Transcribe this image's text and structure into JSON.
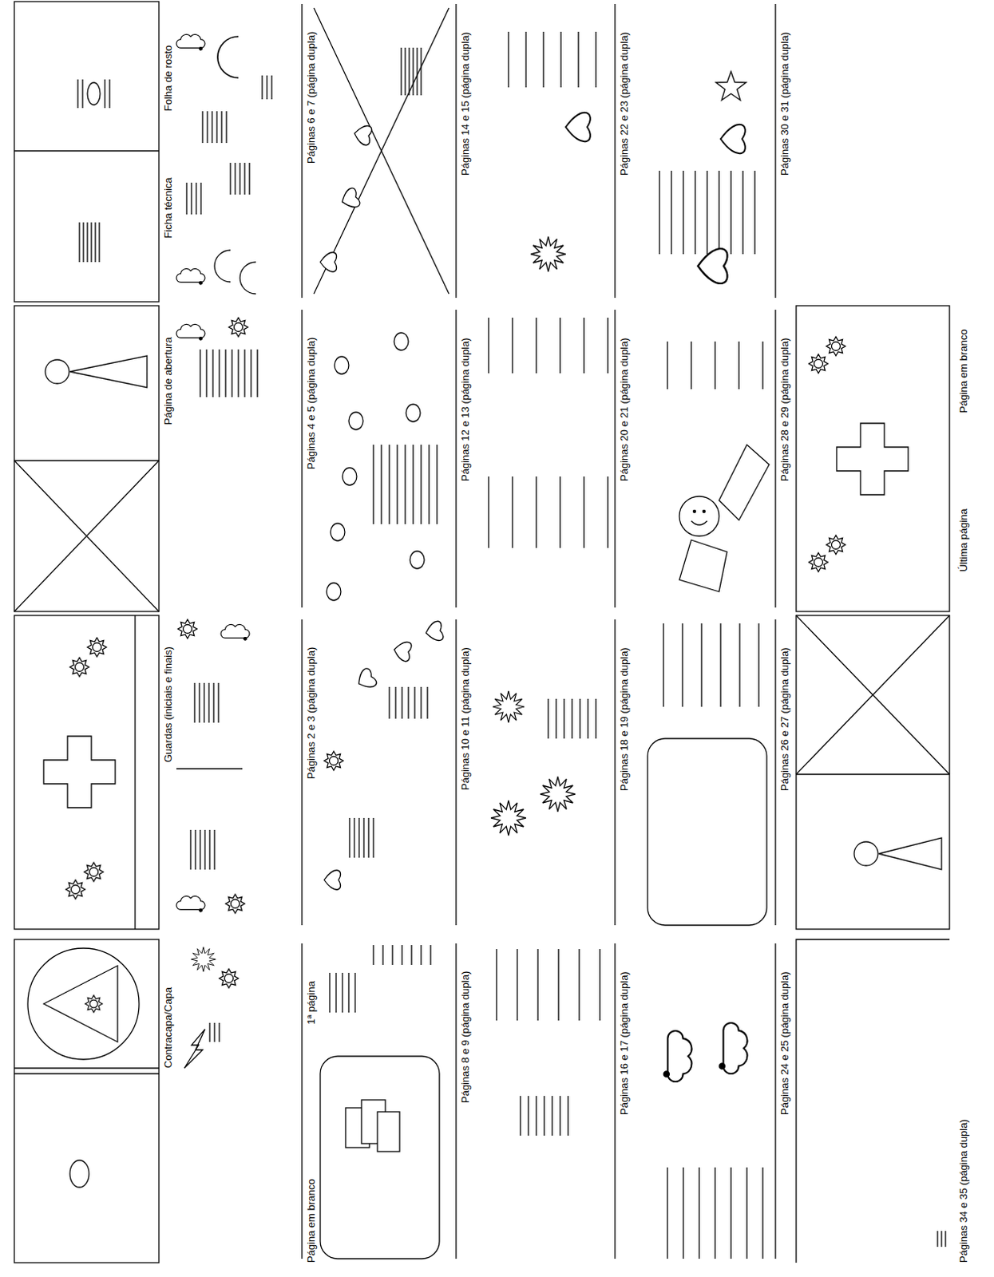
{
  "diagram": {
    "labels": [
      "Contracapa/Capa",
      "Guardas (iniciais e finais)",
      "Página de abertura",
      "Ficha técnica",
      "Folha de rosto",
      "Página em branco",
      "1ª página",
      "Páginas 2 e 3 (página dupla)",
      "Páginas 4 e 5 (página dupla)",
      "Páginas 6 e 7 (página dupla)",
      "Páginas 8 e 9 (página dupla)",
      "Páginas 10 e 11 (página dupla)",
      "Páginas 12 e 13 (página dupla)",
      "Páginas 14 e 15 (página dupla)",
      "Páginas 16 e 17 (página dupla)",
      "Páginas 18 e 19 (página dupla)",
      "Páginas 20 e 21 (página dupla)",
      "Páginas 22 e 23 (página dupla)",
      "Páginas 24 e 25 (página dupla)",
      "Páginas 26 e 27 (página dupla)",
      "Páginas 28 e 29 (página dupla)",
      "Páginas 30 e 31 (página dupla)",
      "Páginas 34 e 35 (página dupla)",
      "Última página",
      "Página em branco"
    ]
  }
}
